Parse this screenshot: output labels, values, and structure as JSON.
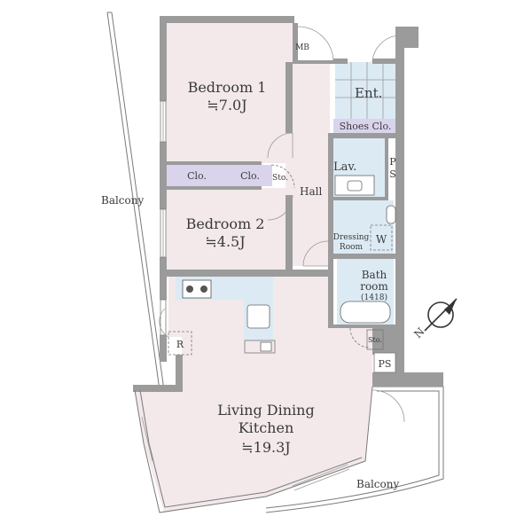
{
  "rooms": {
    "bedroom1": {
      "name": "Bedroom 1",
      "area": "≒7.0J"
    },
    "bedroom2": {
      "name": "Bedroom 2",
      "area": "≒4.5J"
    },
    "ldk": {
      "name_line1": "Living Dining",
      "name_line2": "Kitchen",
      "area": "≒19.3J"
    },
    "bathroom": {
      "name_line1": "Bath",
      "name_line2": "room",
      "size": "(1418)"
    },
    "dressing": {
      "name_line1": "Dressing",
      "name_line2": "Room"
    }
  },
  "labels": {
    "balcony_left": "Balcony",
    "balcony_bottom": "Balcony",
    "hall": "Hall",
    "entrance": "Ent.",
    "shoes_closet": "Shoes Clo.",
    "lavatory": "Lav.",
    "closet1": "Clo.",
    "closet2": "Clo.",
    "storage1": "Sto.",
    "storage2": "Sto.",
    "meter_box": "MB",
    "ps_top": "P",
    "ps_top2": "S",
    "ps_bottom": "PS",
    "washer": "W",
    "refrigerator": "R"
  },
  "colors": {
    "room_fill": "#f3e9ea",
    "wet_fill": "#dceaf4",
    "closet_fill": "#d9d4ec",
    "wall": "#9b9b9b"
  },
  "compass": {
    "label": "N"
  }
}
